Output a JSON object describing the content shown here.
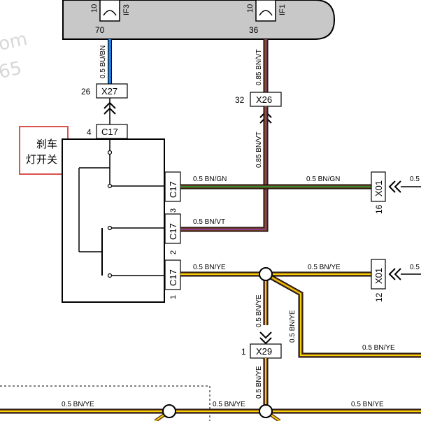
{
  "fuse_box": {
    "fuse_left": "IF3",
    "fuse_right": "IF1",
    "fuse_left_rating": "10",
    "fuse_right_rating": "10",
    "pin_left": "70",
    "pin_right": "36"
  },
  "watermark": {
    "line1": "om",
    "line2": "65"
  },
  "connectors": {
    "x27": {
      "id": "X27",
      "pin": "26"
    },
    "x26": {
      "id": "X26",
      "pin": "32"
    },
    "c17_top": {
      "id": "C17",
      "pin": "4"
    },
    "c17_a": {
      "id": "C17",
      "pin": "3"
    },
    "c17_b": {
      "id": "C17",
      "pin": "2"
    },
    "c17_c": {
      "id": "C17",
      "pin": "1"
    },
    "x01_a": {
      "id": "X01",
      "pin": "16"
    },
    "x01_b": {
      "id": "X01",
      "pin": "12"
    },
    "x29": {
      "id": "X29",
      "pin": "1"
    }
  },
  "component": {
    "label_line1": "刹车",
    "label_line2": "灯开关"
  },
  "wires": {
    "bu_bn": "0.5 BU/BN",
    "bn_vt_upper": "0.85 BN/VT",
    "bn_vt_mid": "0.85 BN/VT",
    "bn_gn_left": "0.5 BN/GN",
    "bn_gn_right": "0.5 BN/GN",
    "bn_vt_low": "0.5 BN/VT",
    "bn_ye_left": "0.5 BN/YE",
    "bn_ye_right": "0.5 BN/YE",
    "bn_ye_vert1": "0.5 BN/YE",
    "bn_ye_vert2": "0.5 BN/YE",
    "bn_ye_branch": "0.5 BN/YE",
    "bn_ye_vert3": "0.5 BN/YE",
    "bn_ye_bottom_left": "0.5 BN/YE",
    "bn_ye_bottom_mid": "0.5 BN/YE",
    "bn_ye_bottom_right": "0.5 BN/YE",
    "cut_right_1": "0.5",
    "cut_right_2": "0.5"
  },
  "colors": {
    "fuse_box_fill": "#c8c8c8",
    "highlight_box": "#d9534f",
    "wire_blue": "#1e90ff",
    "wire_violet": "#8e3a8e",
    "wire_green": "#2e8b2e",
    "wire_yellow": "#f2d200",
    "wire_brown": "#6b3a1f"
  }
}
